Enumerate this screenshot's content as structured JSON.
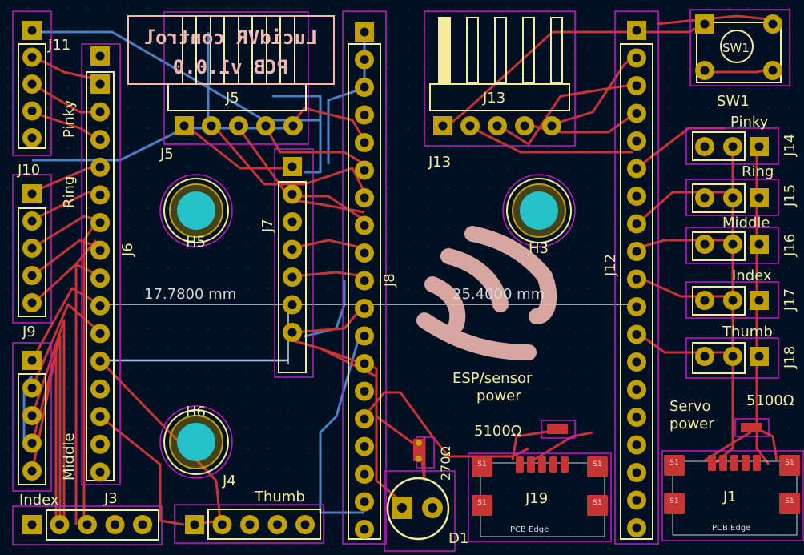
{
  "board": {
    "title_line1": "LucidVR control",
    "title_line2": "PCB v1.0.0",
    "dimension_left": "17.7800 mm",
    "dimension_right": "25.4000 mm",
    "note_esp": [
      "ESP/sensor",
      "power"
    ],
    "note_servo": [
      "Servo",
      "power"
    ]
  },
  "refs": {
    "J11": "J11",
    "J10": "J10",
    "J9": "J9",
    "J3": "J3",
    "J6": "J6",
    "J5": "J5",
    "J7": "J7",
    "J4": "J4",
    "J8": "J8",
    "H5": "H5",
    "H6": "H6",
    "H3": "H3",
    "J13": "J13",
    "J12": "J12",
    "SW1": "SW1",
    "SW1_body": "SW1",
    "J14": "J14",
    "J15": "J15",
    "J16": "J16",
    "J17": "J17",
    "J18": "J18",
    "J19": "J19",
    "J1": "J1",
    "D1": "D1"
  },
  "finger_labels": {
    "left_pinky": "Pinky",
    "left_ring": "Ring",
    "left_middle": "Middle",
    "left_index": "Index",
    "left_thumb": "Thumb",
    "right_pinky": "Pinky",
    "right_ring": "Ring",
    "right_middle": "Middle",
    "right_index": "Index",
    "right_thumb": "Thumb"
  },
  "components": {
    "r_esp": "5100Ω",
    "r_servo": "5100Ω",
    "r_led": "270Ω",
    "edge_left": "PCB Edge",
    "edge_right": "PCB Edge",
    "pad_s1": "S1"
  },
  "colors": {
    "background": "#001023",
    "copper_front": "#c83434",
    "copper_back": "#4d7fc4",
    "pad_gold": "#c2a000",
    "silkscreen": "#f2ec9b",
    "courtyard": "#c21bc2",
    "hole": "#26c1c9"
  }
}
